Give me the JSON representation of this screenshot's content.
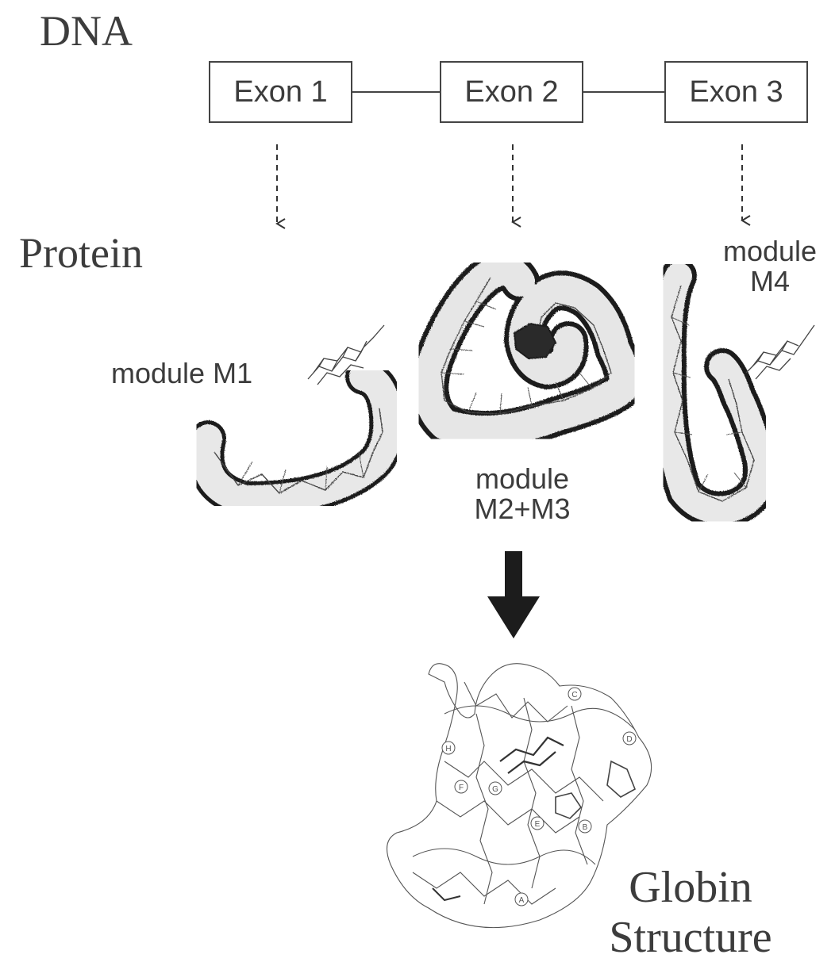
{
  "title_dna": "DNA",
  "title_protein": "Protein",
  "exons": [
    "Exon 1",
    "Exon 2",
    "Exon 3"
  ],
  "modules": {
    "m1": "module M1",
    "m23_line1": "module",
    "m23_line2": "M2+M3",
    "m4_line1": "module",
    "m4_line2": "M4"
  },
  "result_line1": "Globin",
  "result_line2": "Structure",
  "helix_labels": [
    "A",
    "B",
    "C",
    "D",
    "E",
    "F",
    "G",
    "H"
  ],
  "colors": {
    "ink": "#3c3c3c",
    "shadow": "#1e1e1e",
    "fill": "#e6e6e6"
  }
}
